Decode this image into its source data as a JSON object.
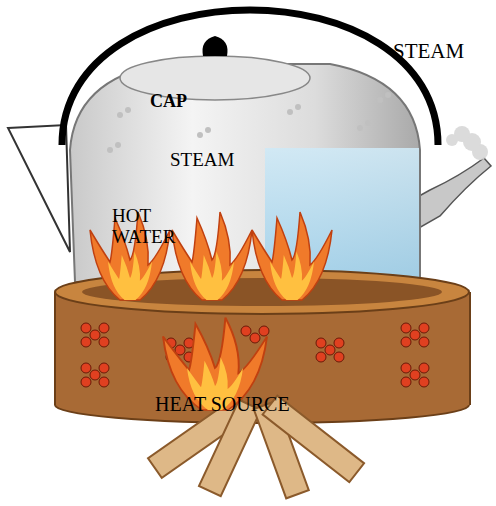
{
  "diagram": {
    "labels": [
      "STEAM",
      "CAP",
      "STEAM",
      "HOT WATER",
      "HEAT SOURCE"
    ]
  }
}
